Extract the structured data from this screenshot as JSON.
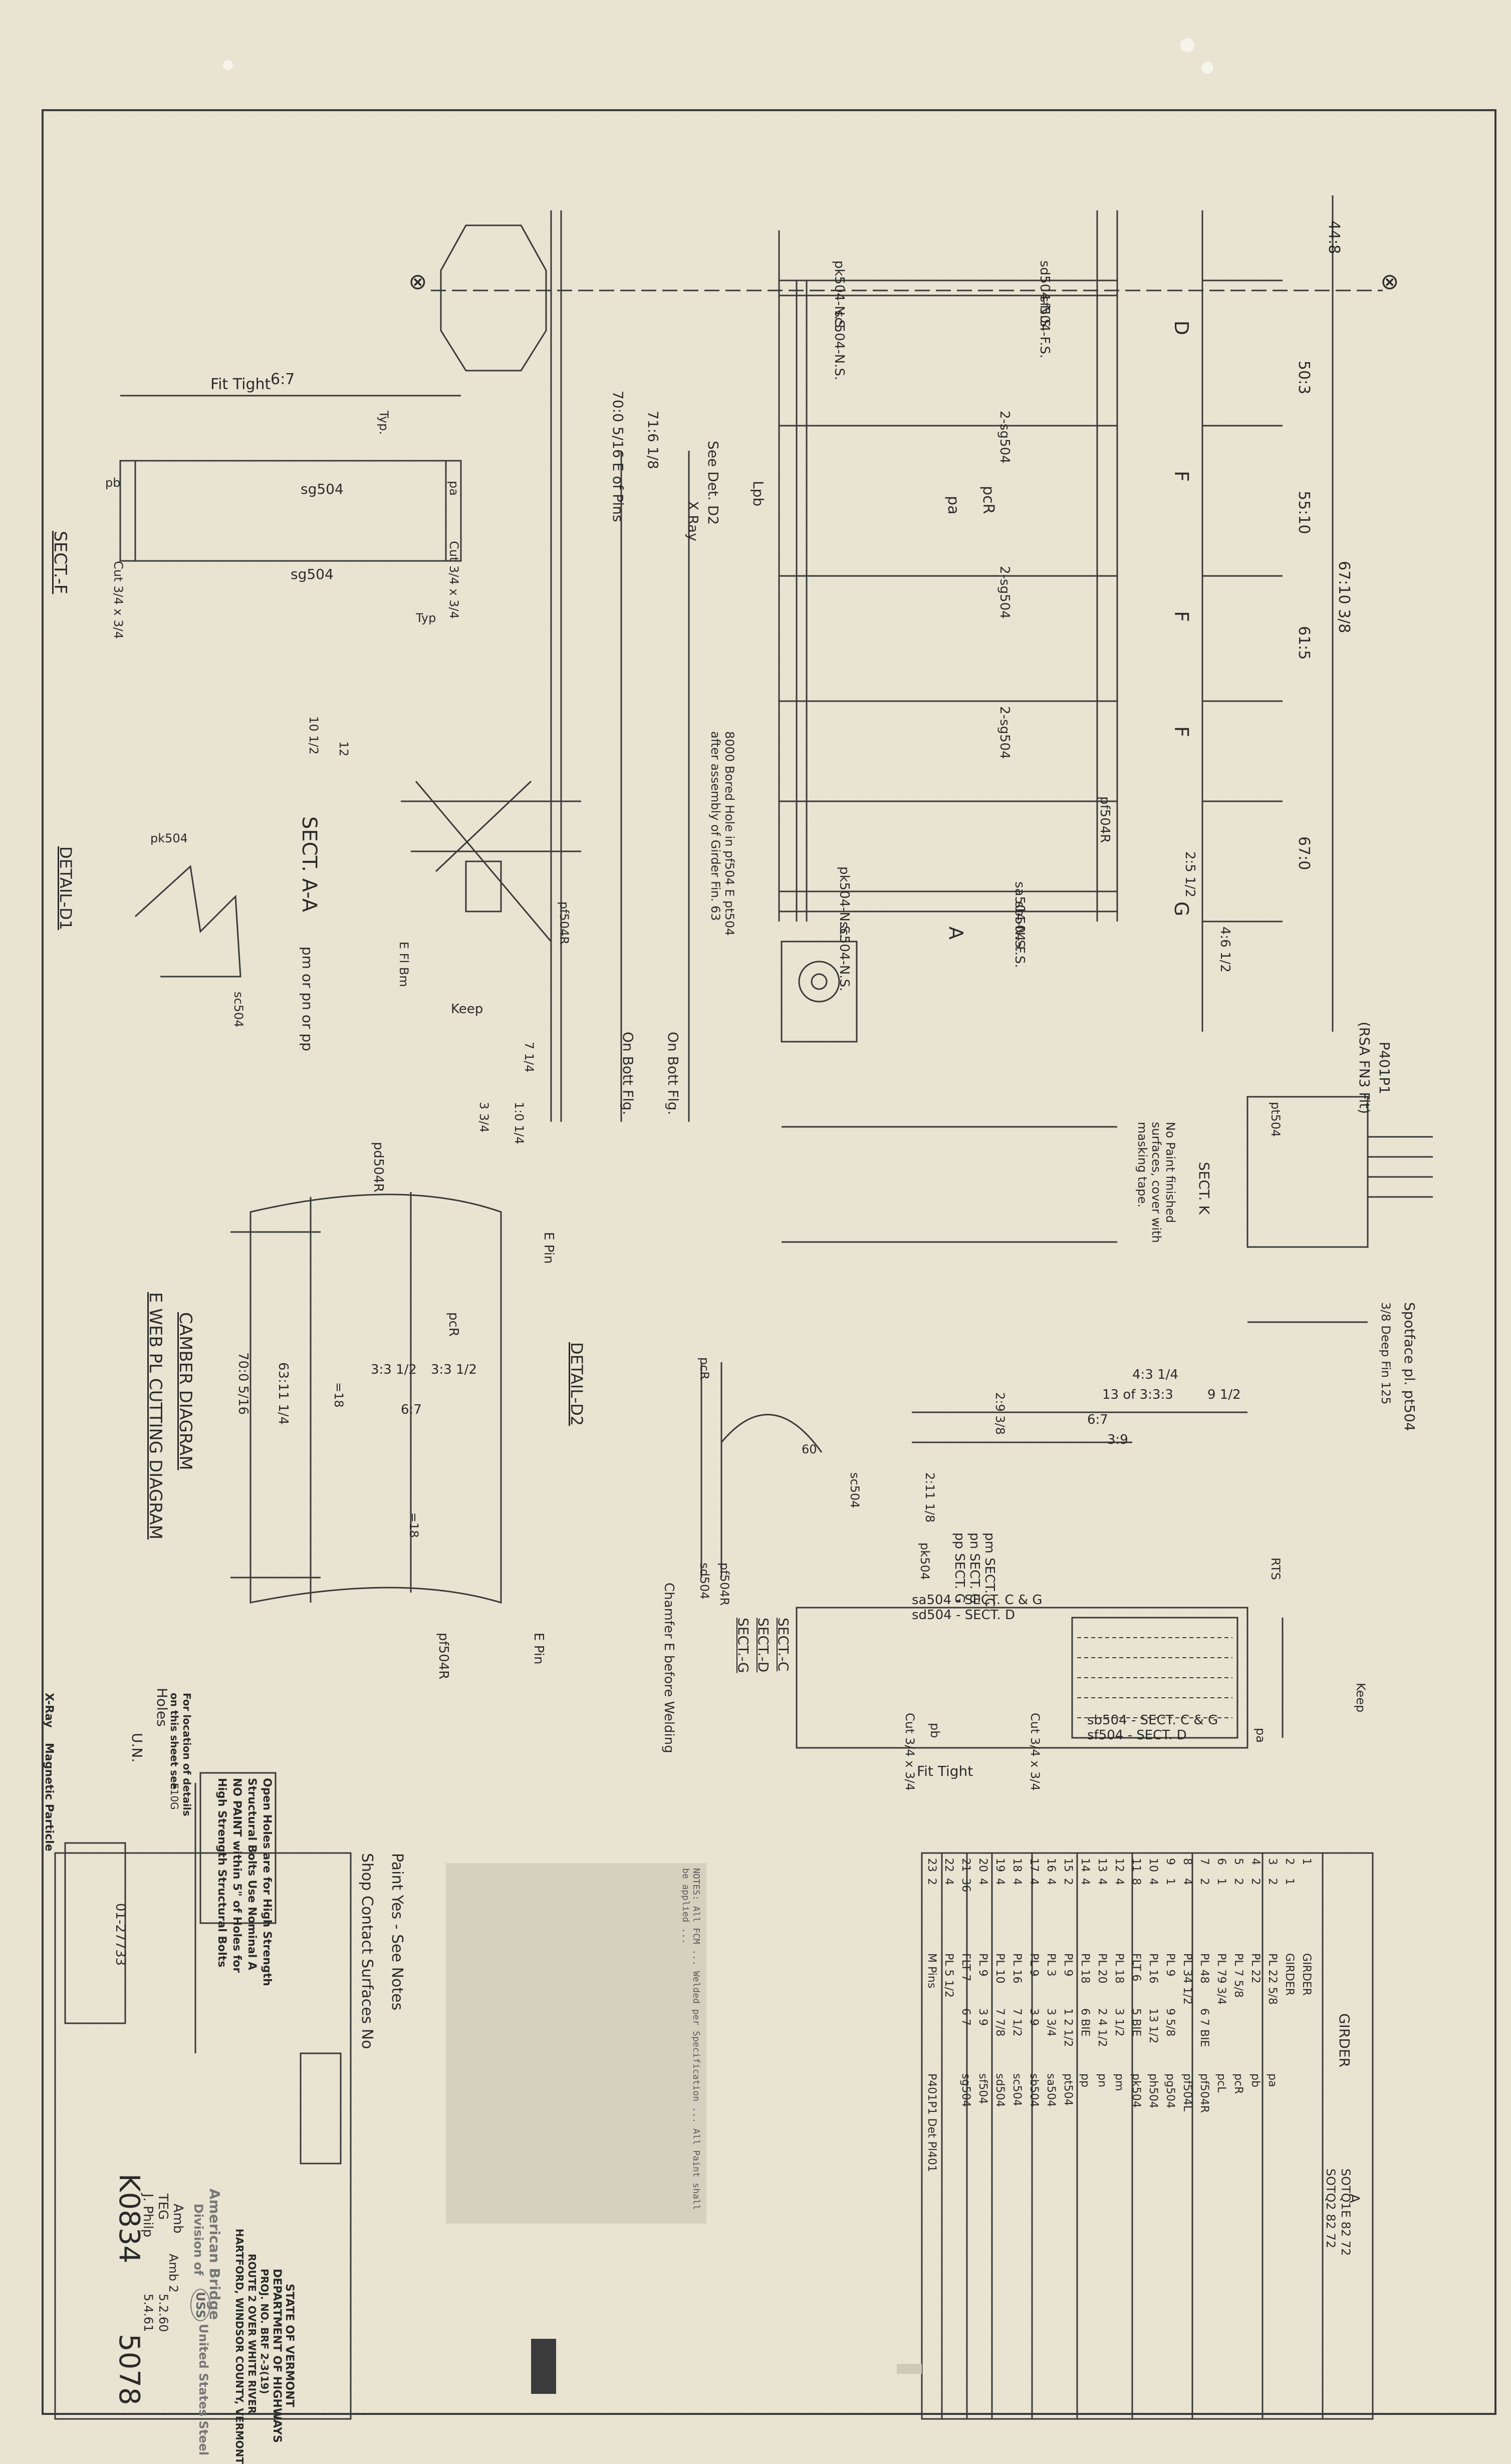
{
  "drawing": {
    "girder_end_marks": [
      "X",
      "X"
    ],
    "dims_right": [
      "44:8",
      "50:3",
      "55:10",
      "67:10 3/8",
      "61:5",
      "67:0",
      "4:6 1/2",
      "2:5 1/2"
    ],
    "girder_labels": [
      "pk504-N.S.",
      "sd504-N.S.",
      "sc504-N.S.",
      "sf504-F.S.",
      "2-sg504",
      "2-sg504",
      "2-sg504",
      "pcR",
      "pa",
      "pf504R",
      "pk504-N.S.",
      "sa504-N.S.",
      "sb504-F.S.",
      "sc504-N.S."
    ],
    "field_marks": [
      "D",
      "F",
      "F",
      "F",
      "G",
      "A"
    ],
    "sect_f": {
      "title": "SECT.-F",
      "fit": "Fit Tight",
      "dim": "6:7",
      "labels": [
        "sg504",
        "sg504",
        "Typ.",
        "Typ",
        "Cut 3/4 x 3/4",
        "Cut 3/4 x 3/4",
        "pb",
        "pa"
      ]
    },
    "sect_aa": {
      "title": "SECT. A-A",
      "labels": [
        "Keep",
        "E Fl Bm",
        "pf504R",
        "7 1/4",
        "1:0 1/4",
        "3 3/4",
        "pm or pn or pp",
        "sc504",
        "pk504",
        "10 1/2",
        "12"
      ]
    },
    "detail_d1": {
      "title": "DETAIL-D1"
    },
    "pin_notes": [
      "70:0 5/16 E of Pins",
      "71:6 1/8",
      "On Bott Flg.",
      "On Bott Flg.",
      "See Det. D2",
      "X Ray",
      "Lpb",
      "8000 Bored Hole in pf504 E pt504 after assembly of Girder Fin. 63"
    ],
    "rsa_notes": {
      "sect_k": "SECT. K",
      "k_note": "No Paint finished surfaces, cover with masking tape.",
      "p401": "P401P1",
      "rsa": "(RSA FN3 Fit)",
      "pt504": "pt504",
      "spotface": "Spotface pl. pt504",
      "spot2": "3/8 Deep Fin 125"
    },
    "camber": {
      "title": "CAMBER DIAGRAM",
      "sub": "E WEB PL CUTTING DIAGRAM",
      "labels": [
        "pd504R",
        "pcR",
        "pf504R",
        "E Pin",
        "E Pin",
        "3:3 1/2",
        "3:3 1/2",
        "6:7",
        "=18",
        "=18",
        "63:11 1/4",
        "70:0 5/16"
      ]
    },
    "detail_d2": {
      "title": "DETAIL-D2",
      "labels": [
        "60",
        "pcR",
        "sd504",
        "pf504R",
        "SECT.-C",
        "SECT.-D",
        "SECT.-G",
        "Chamfer E before Welding"
      ]
    },
    "sect_cdg": {
      "labels": [
        "pm SECT. C",
        "pn SECT. G",
        "pp SECT. G",
        "sa504 - SECT. C & G",
        "sd504 - SECT. D",
        "sb504 - SECT. C & G",
        "sf504 - SECT. D",
        "Fit Tight",
        "Cut 3/4 x 3/4",
        "Cut 3/4 x 3/4",
        "4:3 1/4",
        "13 of 3:3:3",
        "9 1/2",
        "6:7",
        "3:9",
        "2:9 3/8",
        "2:11 1/8",
        "Keep",
        "RTS",
        "sc504",
        "pk504",
        "pb",
        "pa"
      ]
    },
    "notes_center": [
      "Paint Yes - See Notes",
      "Shop Contact Surfaces No"
    ],
    "typewritten_note": "NOTES: All FCM ... Welded per Specification ... All Paint shall be applied ...",
    "holes": {
      "label": "Holes",
      "sym": "U.N."
    },
    "open_holes": [
      "Open Holes are for High Strength",
      "Structural Bolts Use Nominal A",
      "NO PAINT within 5\" of Holes for",
      "High Strength Structural Bolts"
    ],
    "location_note": [
      "For location of details",
      "on this sheet see",
      "E10G"
    ],
    "xray": "X-Ray",
    "mag": "Magnetic Particle",
    "title_block": {
      "state": "STATE OF VERMONT",
      "dept": "DEPARTMENT OF HIGHWAYS",
      "proj": "PROJ. NO. BRF 2-3(19)",
      "route": "ROUTE 2 OVER WHITE RIVER",
      "town": "HARTFORD, WINDSOR COUNTY, VERMONT",
      "company": "American Bridge",
      "division": "Division of",
      "uss": "USS",
      "uss_full": "United States Steel",
      "job": "K0834",
      "sheet": "5078",
      "order": "01-27733",
      "draftsman": "Amb",
      "checker": "TEG",
      "approver": "J. Philp",
      "dates": [
        "Amb 2",
        "5.2.60",
        "5.4.61"
      ]
    },
    "bom_header": "GIRDER",
    "bom_marks": [
      "A",
      "SOTQ1E 82 72",
      "SOTQ2 82 72"
    ],
    "bom_rows": [
      [
        "1",
        "",
        "GIRDER",
        "",
        ""
      ],
      [
        "2",
        "1",
        "GIRDER",
        "",
        ""
      ],
      [
        "3",
        "2",
        "PL 22 5/8",
        "",
        "pa"
      ],
      [
        "4",
        "2",
        "PL 22",
        "",
        "pb"
      ],
      [
        "5",
        "2",
        "PL 7 5/8",
        "",
        "pcR"
      ],
      [
        "6",
        "1",
        "PL 79 3/4",
        "",
        "pcL"
      ],
      [
        "7",
        "2",
        "PL 48",
        "6 7 BIE",
        "pf504R"
      ],
      [
        "8",
        "4",
        "PL 34 1/2",
        "",
        "pf504L"
      ],
      [
        "9",
        "1",
        "PL 9",
        "9 5/8",
        "pg504"
      ],
      [
        "10",
        "4",
        "PL 16",
        "13 1/2",
        "ph504"
      ],
      [
        "11",
        "8",
        "FLT 6",
        "5 BIE",
        "pk504"
      ],
      [
        "12",
        "4",
        "PL 18",
        "3 1/2",
        "pm"
      ],
      [
        "13",
        "4",
        "PL 20",
        "2 4 1/2",
        "pn"
      ],
      [
        "14",
        "4",
        "PL 18",
        "6 BIE",
        "pp"
      ],
      [
        "15",
        "2",
        "PL 9",
        "1 2 1/2",
        "pt504"
      ],
      [
        "16",
        "4",
        "PL 3",
        "3 3/4",
        "sa504"
      ],
      [
        "17",
        "4",
        "PL 9",
        "3 9",
        "sb504"
      ],
      [
        "18",
        "4",
        "PL 16",
        "7 1/2",
        "sc504"
      ],
      [
        "19",
        "4",
        "PL 10",
        "7 7/8",
        "sd504"
      ],
      [
        "20",
        "4",
        "PL 9",
        "3 9",
        "sf504"
      ],
      [
        "21",
        "36",
        "FLT 7",
        "6 7",
        "sg504"
      ],
      [
        "22",
        "4",
        "PL 5 1/2",
        "",
        ""
      ],
      [
        "23",
        "2",
        "M Pins",
        "",
        "P401P1 Det Pl401"
      ]
    ]
  }
}
